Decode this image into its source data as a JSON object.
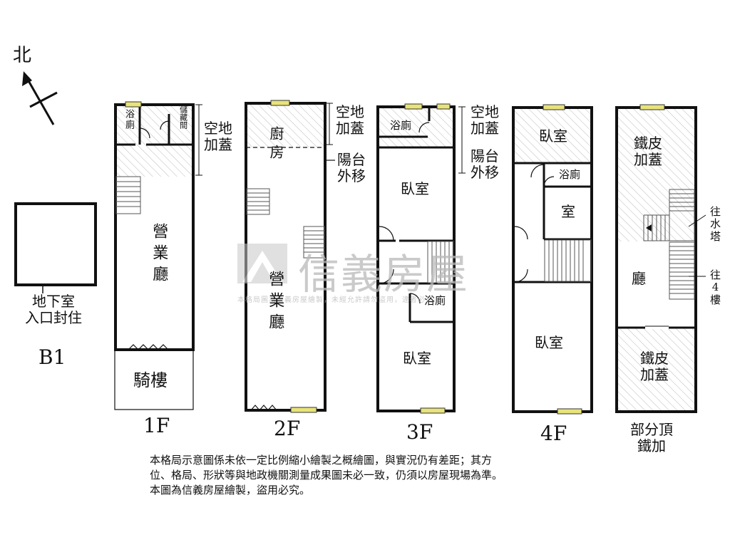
{
  "compass": {
    "label": "北"
  },
  "watermark": {
    "brand": "信義房屋",
    "sub": "本格局圖為信義房屋繪製，未經允許請勿盜用，違者必究"
  },
  "b1": {
    "room": "地下室\n入口封住",
    "floor_label": "B1"
  },
  "f1": {
    "bath": "浴廁",
    "storage": "儲藏間",
    "open_cover": "空地\n加蓋",
    "hall": "營業廳",
    "arcade": "騎樓",
    "floor_label": "1F"
  },
  "f2": {
    "kitchen": "廚房",
    "open_cover": "空地\n加蓋",
    "balcony": "陽台\n外移",
    "hall": "營業廳",
    "floor_label": "2F"
  },
  "f3": {
    "bath_top": "浴廁",
    "open_cover": "空地\n加蓋",
    "balcony": "陽台\n外移",
    "bedroom_top": "臥室",
    "bath_mid": "浴廁",
    "bedroom_bottom": "臥室",
    "floor_label": "3F"
  },
  "f4": {
    "bedroom_top": "臥室",
    "bath": "浴廁",
    "room": "室",
    "bedroom_bottom": "臥室",
    "floor_label": "4F"
  },
  "roof": {
    "iron_top": "鐵皮\n加蓋",
    "to_tower": "往\n水\n塔",
    "living": "廳",
    "to_4f": "往\n4\n樓",
    "iron_bottom": "鐵皮\n加蓋",
    "floor_label": "部分頂\n鐵加"
  },
  "disclaimer": "本格局示意圖係未依一定比例縮小繪製之概繪圖，與實況仍有差距；其方\n位、格局、形狀等與地政機關測量成果圖未必一致，仍須以房屋現場為準。\n本圖為信義房屋繪製，盜用必究。",
  "colors": {
    "wall": "#111111",
    "hatch": "#bdbdbd",
    "window": "#e8e37a",
    "watermark": "#b9b9b9"
  }
}
